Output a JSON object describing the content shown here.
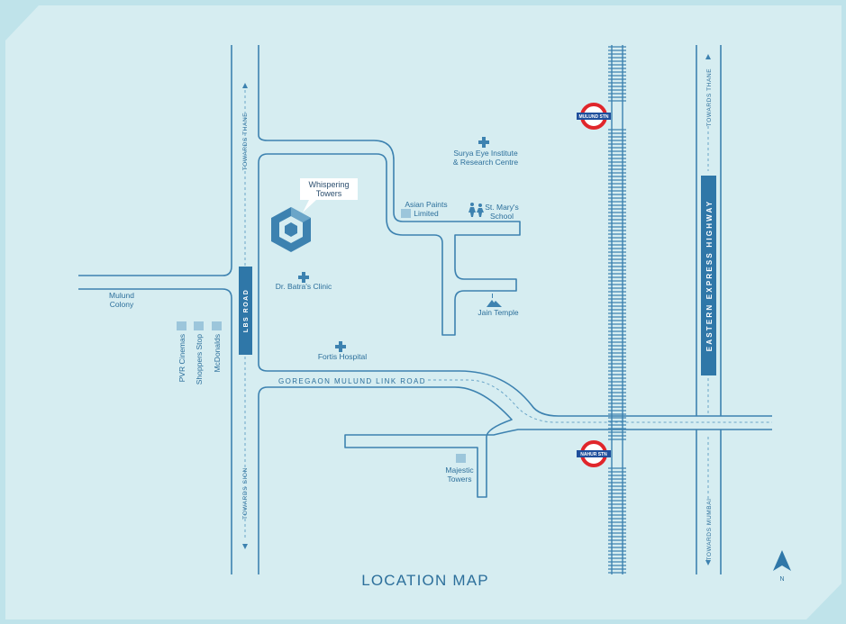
{
  "map": {
    "title": "LOCATION MAP",
    "north_label": "N",
    "colors": {
      "background": "#d6edf1",
      "frame": "#bfe3ea",
      "road": "#3d82b0",
      "accent": "#2f77a8",
      "station_ring": "#e0262b",
      "station_bar": "#1f4f9c",
      "text": "#2c6f9b"
    },
    "roads": {
      "lbs_road": "LBS ROAD",
      "link_road": "GOREGAON MULUND LINK ROAD",
      "highway": "EASTERN EXPRESS HIGHWAY"
    },
    "directions": {
      "lbs_north": "TOWARDS THANE",
      "lbs_south": "TOWARDS SION",
      "highway_north": "TOWARDS THANE",
      "highway_south": "TOWARDS MUMBAI"
    },
    "stations": {
      "mulund": "MULUND STN",
      "nahur": "NAHUR STN"
    },
    "project": {
      "name_line1": "Whispering",
      "name_line2": "Towers",
      "icon": "cube-logo-icon"
    },
    "landmarks": {
      "surya_line1": "Surya Eye Institute",
      "surya_line2": "& Research Centre",
      "asian_paints_line1": "Asian Paints",
      "asian_paints_line2": "Limited",
      "st_marys_line1": "St. Mary's",
      "st_marys_line2": "School",
      "jain_temple": "Jain Temple",
      "batra_clinic": "Dr. Batra's Clinic",
      "fortis": "Fortis Hospital",
      "mulund_colony_line1": "Mulund",
      "mulund_colony_line2": "Colony",
      "pvr": "PVR Cinemas",
      "shoppers_stop": "Shoppers Stop",
      "mcdonalds": "McDonalds",
      "majestic_line1": "Majestic",
      "majestic_line2": "Towers"
    }
  }
}
